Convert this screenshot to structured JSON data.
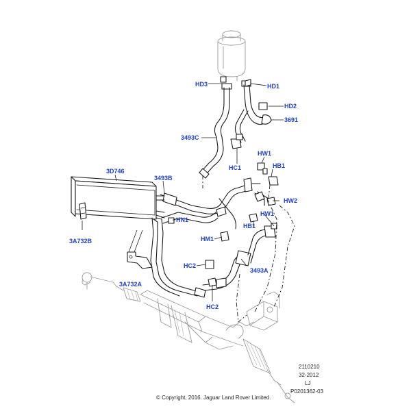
{
  "callouts": {
    "hd3": "HD3",
    "hd1": "HD1",
    "hd2": "HD2",
    "c3691": "3691",
    "c3493c": "3493C",
    "hc1_top": "HC1",
    "hw1_top": "HW1",
    "hb1_top": "HB1",
    "c3d746": "3D746",
    "c3493b": "3493B",
    "hw2": "HW2",
    "hn1": "HN1",
    "hb1_mid": "HB1",
    "hw1_mid": "HW1",
    "hm1": "HM1",
    "c3a732b": "3A732B",
    "c3a732a": "3A732A",
    "hc2_a": "HC2",
    "hc2_b": "HC2",
    "c3493a": "3493A"
  },
  "reference": {
    "line1": "2110210",
    "line2": "32-2012",
    "line3": "LJ",
    "line4": "P0201362-03"
  },
  "copyright": "© Copyright, 2016. Jaguar Land Rover Limited.",
  "colors": {
    "callout": "#1f3fd1",
    "line": "#1a1a1a",
    "ghost": "#9a9a9a"
  }
}
